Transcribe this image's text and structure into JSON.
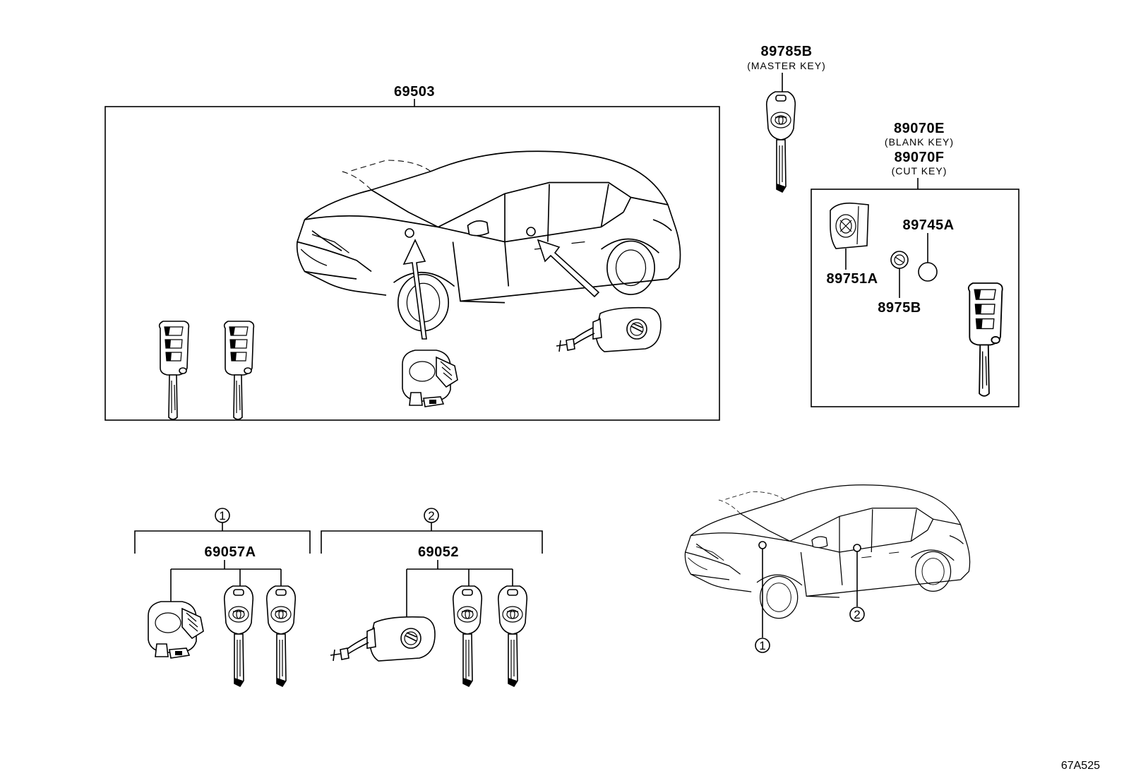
{
  "parts": {
    "p69503": "69503",
    "p89785B": "89785B",
    "p89785B_note": "(MASTER KEY)",
    "p89070E": "89070E",
    "p89070E_note": "(BLANK KEY)",
    "p89070F": "89070F",
    "p89070F_note": "(CUT KEY)",
    "p89745A": "89745A",
    "p89751A": "89751A",
    "p8975B": "8975B",
    "p69057A": "69057A",
    "p69052": "69052"
  },
  "callouts": {
    "c1": "1",
    "c2": "2"
  },
  "diagram_code": "67A525"
}
